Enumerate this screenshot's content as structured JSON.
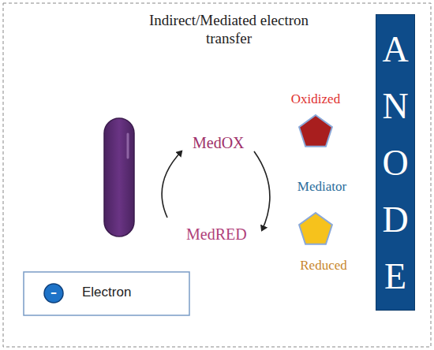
{
  "diagram": {
    "title": "Indirect/Mediated electron transfer",
    "nodes": [
      {
        "text": [
          "ANODE"
        ]
      }
    ],
    "labels": [
      "MedOX",
      "MedRED",
      "Oxidized",
      "Mediator",
      "Reduced",
      "–"
    ],
    "legend": [
      {
        "text": "Electron"
      }
    ]
  }
}
